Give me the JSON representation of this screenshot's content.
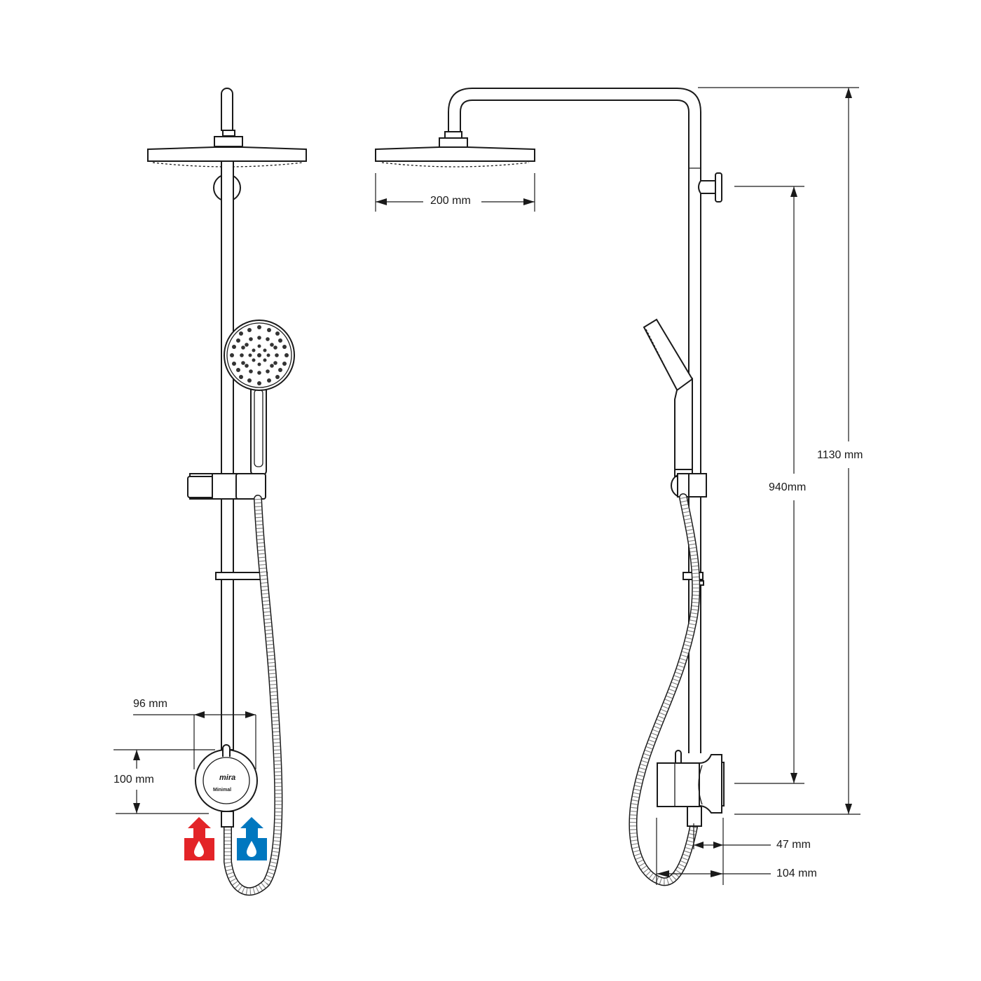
{
  "diagram": {
    "type": "technical-dimension-drawing",
    "subject": "shower riser system with rain head, hand shower and mixer valve",
    "views": [
      "front-view",
      "side-view"
    ]
  },
  "front_view": {
    "dimensions": {
      "valve_width": "96 mm",
      "valve_height": "100 mm"
    },
    "valve_logo": {
      "brand": "mira",
      "model": "Minimal"
    },
    "inlets": [
      {
        "name": "hot-inlet",
        "color": "#e32428"
      },
      {
        "name": "cold-inlet",
        "color": "#0077bf"
      }
    ]
  },
  "side_view": {
    "dimensions": {
      "head_diameter": "200 mm",
      "total_height": "1130 mm",
      "rail_height": "940mm",
      "valve_projection_short": "47 mm",
      "valve_projection_total": "104 mm"
    }
  },
  "colors": {
    "line": "#1a1a1a",
    "background": "#ffffff",
    "hot": "#e32428",
    "cold": "#0077bf"
  }
}
